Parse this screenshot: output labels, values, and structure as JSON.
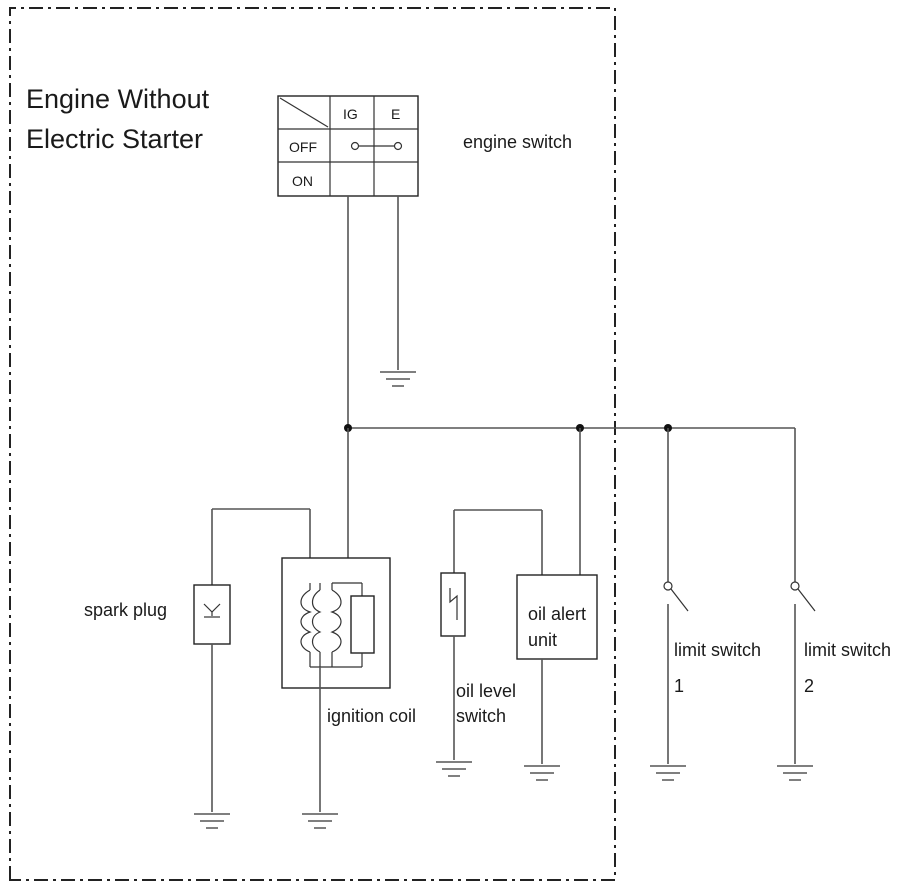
{
  "diagram": {
    "title_lines": [
      "Engine Without",
      "Electric Starter"
    ],
    "engine_switch": {
      "label": "engine switch",
      "columns": [
        "IG",
        "E"
      ],
      "rows": [
        "OFF",
        "ON"
      ]
    },
    "components": {
      "spark_plug": "spark plug",
      "ignition_coil": "ignition coil",
      "oil_level_switch_lines": [
        "oil level",
        "switch"
      ],
      "oil_alert_unit_lines": [
        "oil alert",
        "unit"
      ],
      "limit_switch_1_lines": [
        "limit switch",
        "1"
      ],
      "limit_switch_2_lines": [
        "limit switch",
        "2"
      ]
    }
  }
}
